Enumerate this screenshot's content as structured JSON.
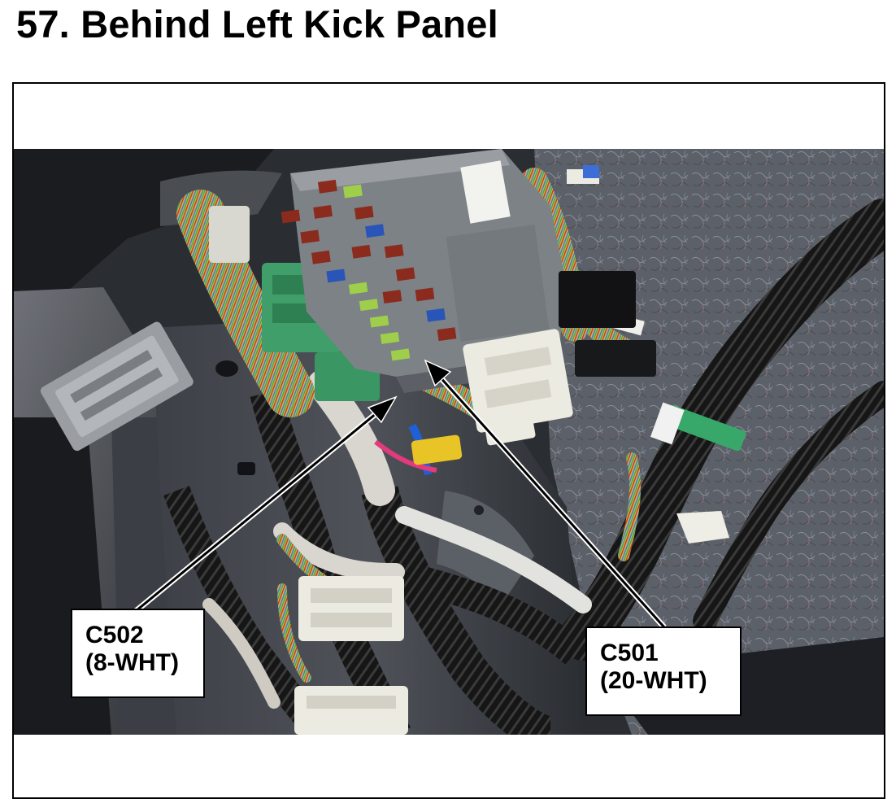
{
  "page": {
    "title": "57. Behind Left Kick Panel"
  },
  "callouts": {
    "c502": {
      "connector": "C502",
      "spec": "(8-WHT)"
    },
    "c501": {
      "connector": "C501",
      "spec": "(20-WHT)"
    }
  },
  "colors": {
    "frame_border": "#000000",
    "carpet": "#5c6068",
    "fuse_box": "#7d8287",
    "harness": "#141414",
    "connector_white": "#ecebe2",
    "connector_green": "#3f9e6a",
    "fuse_red": "#8a2b1e",
    "fuse_blue": "#2a55b8",
    "fuse_green": "#9fcf4a",
    "arrow": "#000000"
  }
}
